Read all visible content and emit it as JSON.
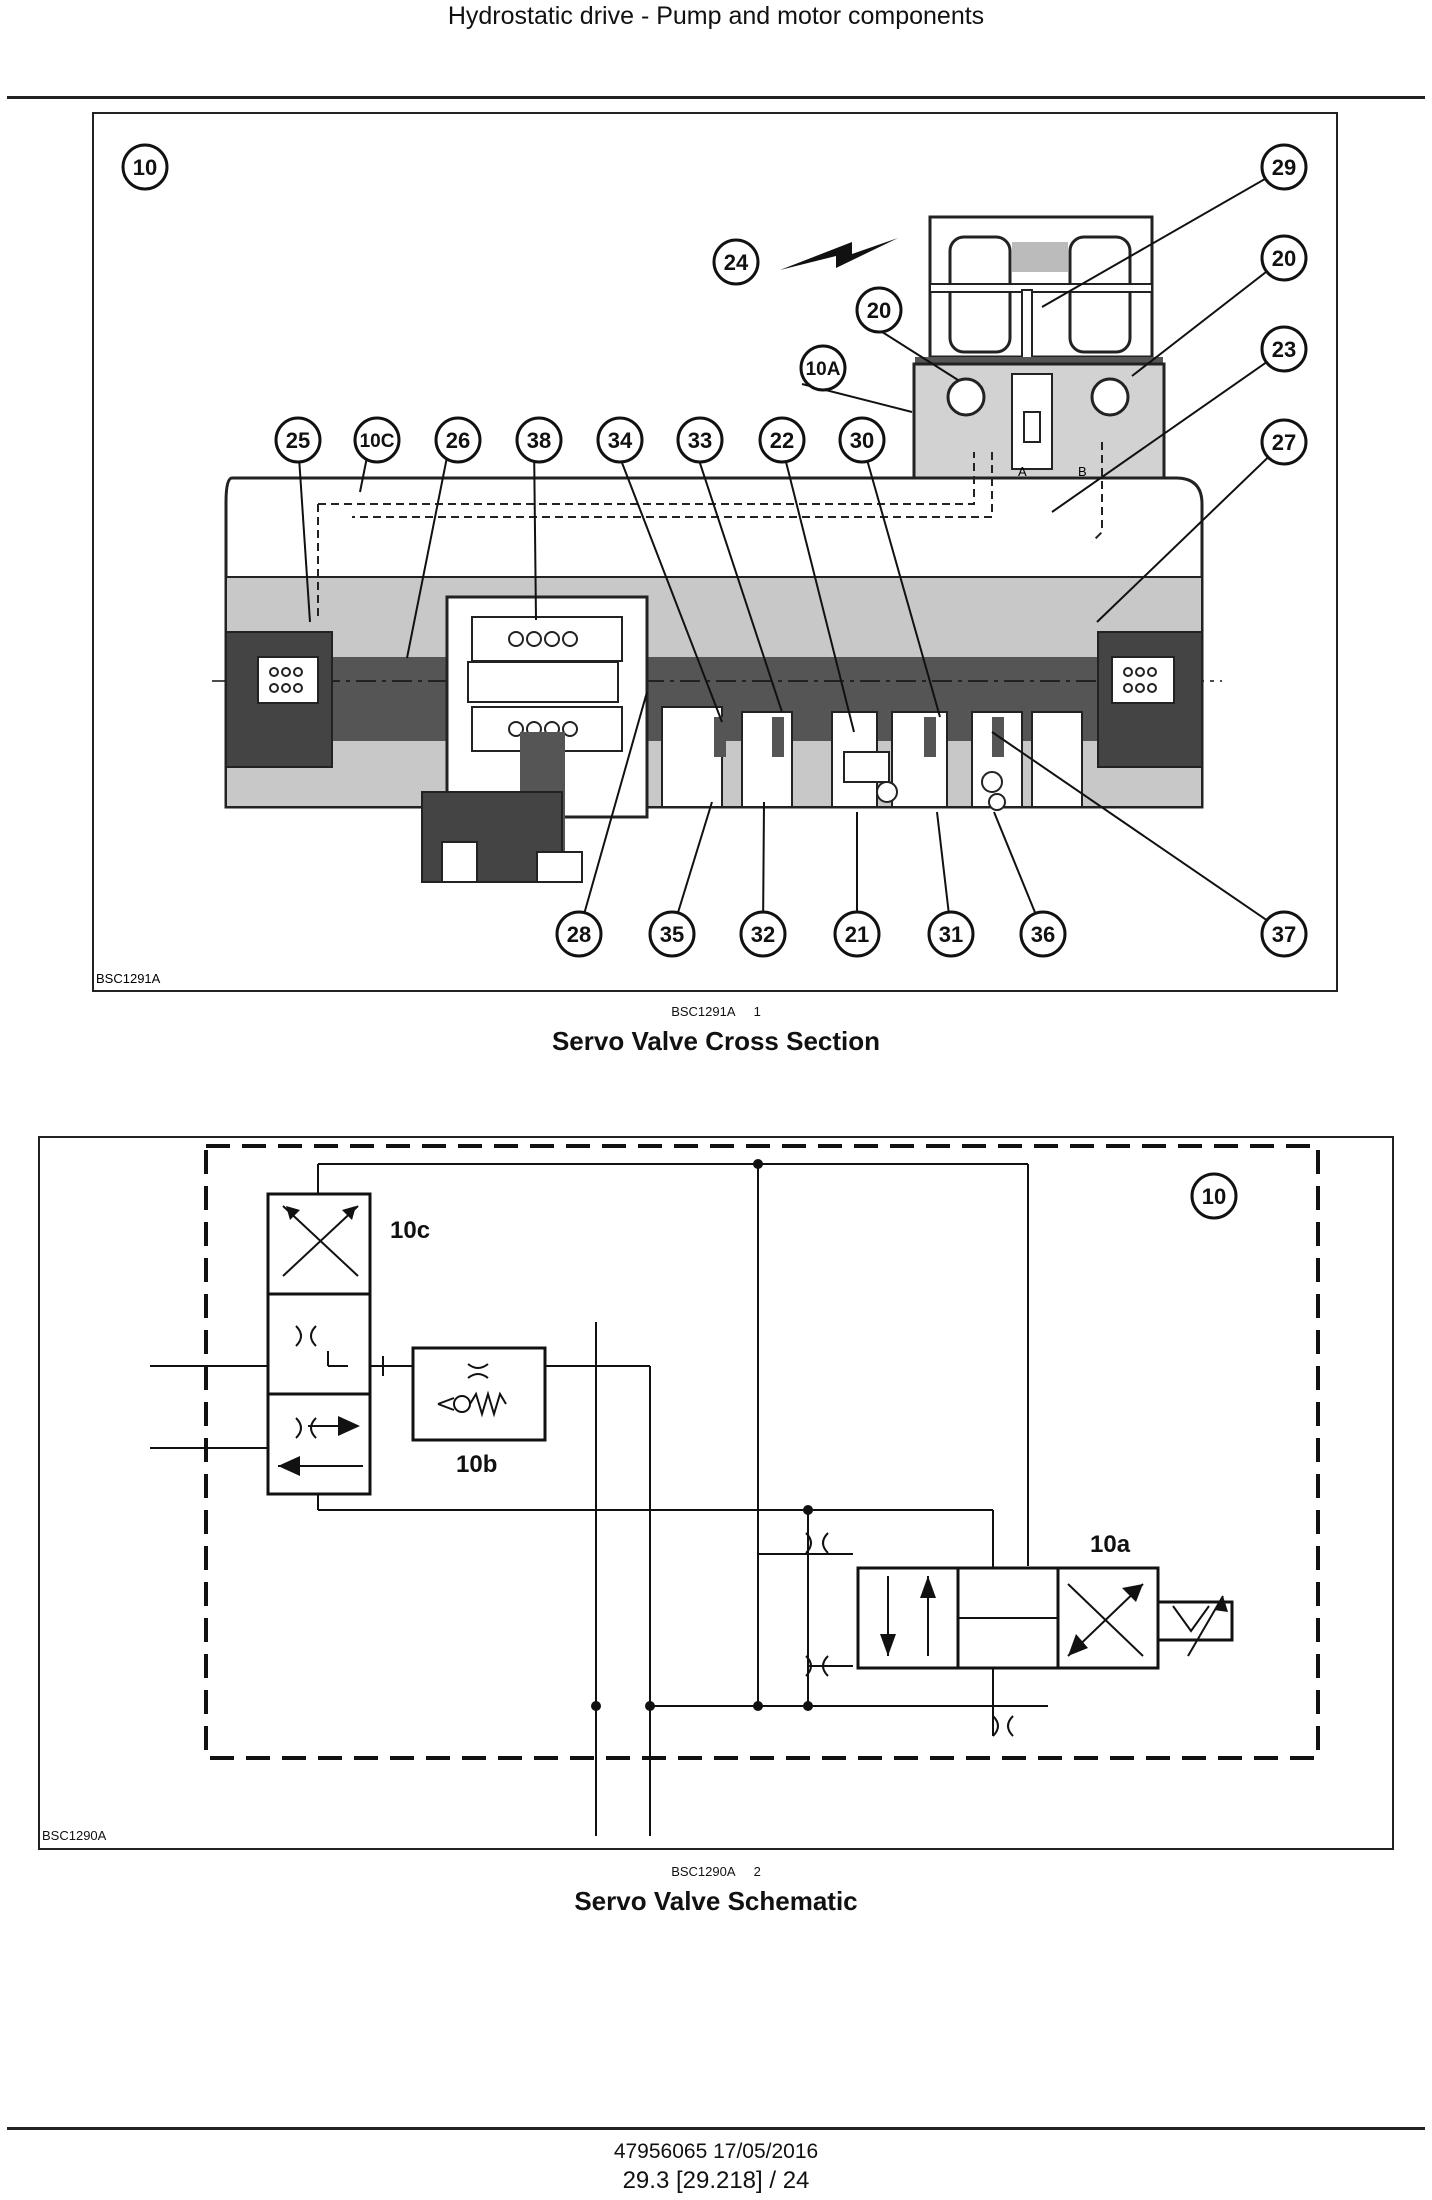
{
  "header": {
    "title": "Hydrostatic drive - Pump and motor components"
  },
  "figure1": {
    "image_code": "BSC1291A",
    "caption_code": "BSC1291A",
    "caption_number": "1",
    "caption_title": "Servo Valve Cross Section",
    "callouts": {
      "c10": "10",
      "c29": "29",
      "c24": "24",
      "c20a": "20",
      "c20b": "20",
      "c23": "23",
      "c10A": "10A",
      "c25": "25",
      "c10C": "10C",
      "c26": "26",
      "c38": "38",
      "c34": "34",
      "c33": "33",
      "c22": "22",
      "c30": "30",
      "c27": "27",
      "c28": "28",
      "c35": "35",
      "c32": "32",
      "c21": "21",
      "c31": "31",
      "c36": "36",
      "c37": "37"
    },
    "port_a": "A",
    "port_b": "B"
  },
  "figure2": {
    "image_code": "BSC1290A",
    "caption_code": "BSC1290A",
    "caption_number": "2",
    "caption_title": "Servo Valve Schematic",
    "labels": {
      "l10": "10",
      "l10c": "10c",
      "l10b": "10b",
      "l10a": "10a"
    }
  },
  "footer": {
    "line1": "47956065 17/05/2016",
    "line2": "29.3 [29.218] / 24"
  }
}
